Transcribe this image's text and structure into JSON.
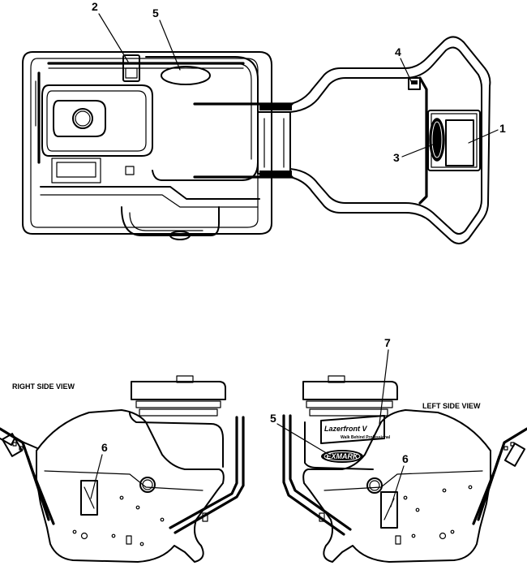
{
  "callouts": {
    "top": [
      "1",
      "2",
      "3",
      "4",
      "5"
    ],
    "right_side": [
      "6"
    ],
    "left_side": [
      "5",
      "6",
      "7"
    ]
  },
  "view_labels": {
    "right_side": "RIGHT SIDE VIEW",
    "left_side": "LEFT SIDE VIEW"
  },
  "logo": "EXMARK",
  "decal": {
    "title": "Lazerfront V",
    "subtitle": "Walk Behind Professional"
  }
}
